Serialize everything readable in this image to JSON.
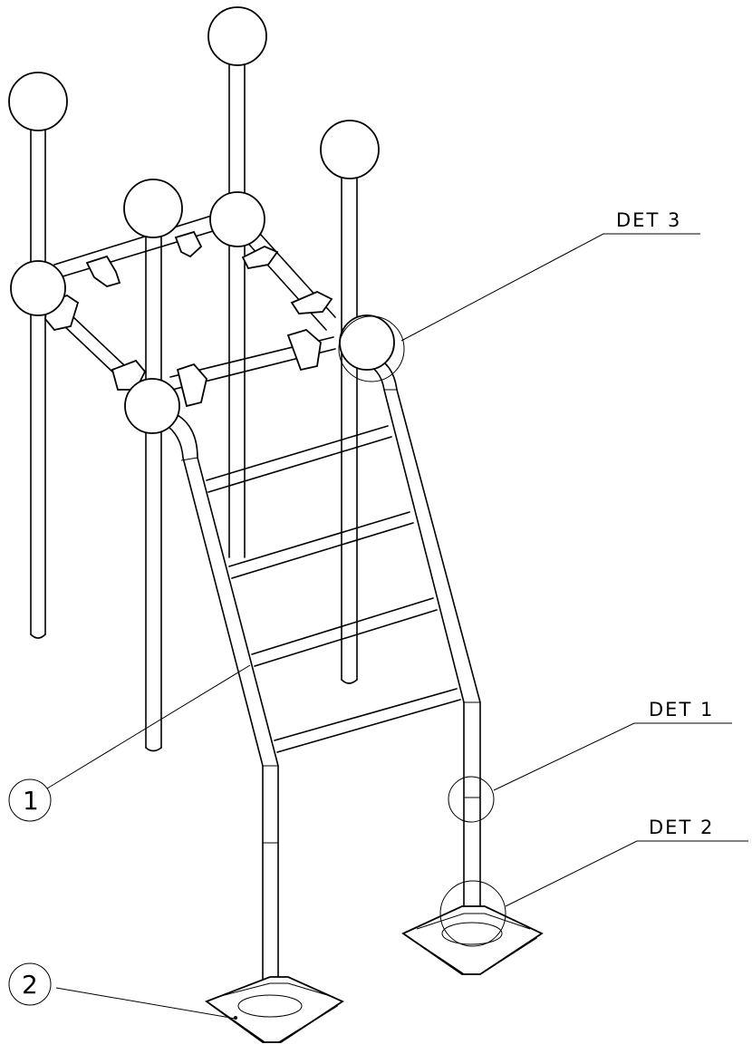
{
  "callouts": {
    "det3": "DET 3",
    "det1": "DET 1",
    "det2": "DET 2"
  },
  "balloons": {
    "item1": "1",
    "item2": "2"
  }
}
